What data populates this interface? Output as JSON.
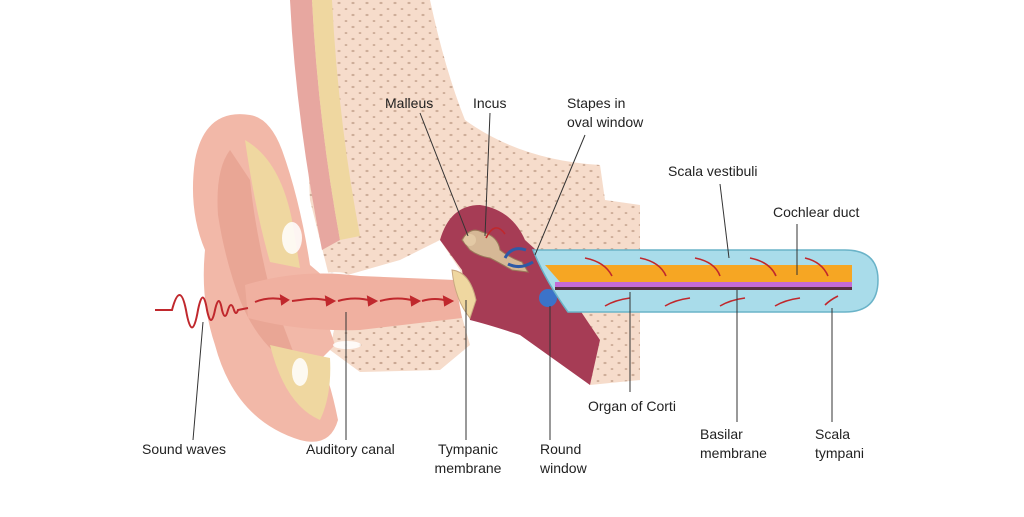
{
  "labels": {
    "malleus": "Malleus",
    "incus": "Incus",
    "stapes": "Stapes in\noval window",
    "scala_vestibuli": "Scala vestibuli",
    "cochlear_duct": "Cochlear duct",
    "sound_waves": "Sound waves",
    "auditory_canal": "Auditory canal",
    "tympanic_membrane": "Tympanic\nmembrane",
    "round_window": "Round\nwindow",
    "organ_of_corti": "Organ of Corti",
    "basilar_membrane": "Basilar\nmembrane",
    "scala_tympani": "Scala\ntympani"
  },
  "colors": {
    "skin": "#f2b8a8",
    "skin_dark": "#e39a88",
    "cartilage": "#efd7a0",
    "bone": "#f6dccb",
    "bone_dots": "#c9a893",
    "middle_ear": "#a63c55",
    "cochlea_outer": "#a9dcea",
    "cochlea_inner": "#f6a623",
    "membrane": "#c46bd6",
    "wave": "#c0282d",
    "round_window": "#3b73c9"
  }
}
